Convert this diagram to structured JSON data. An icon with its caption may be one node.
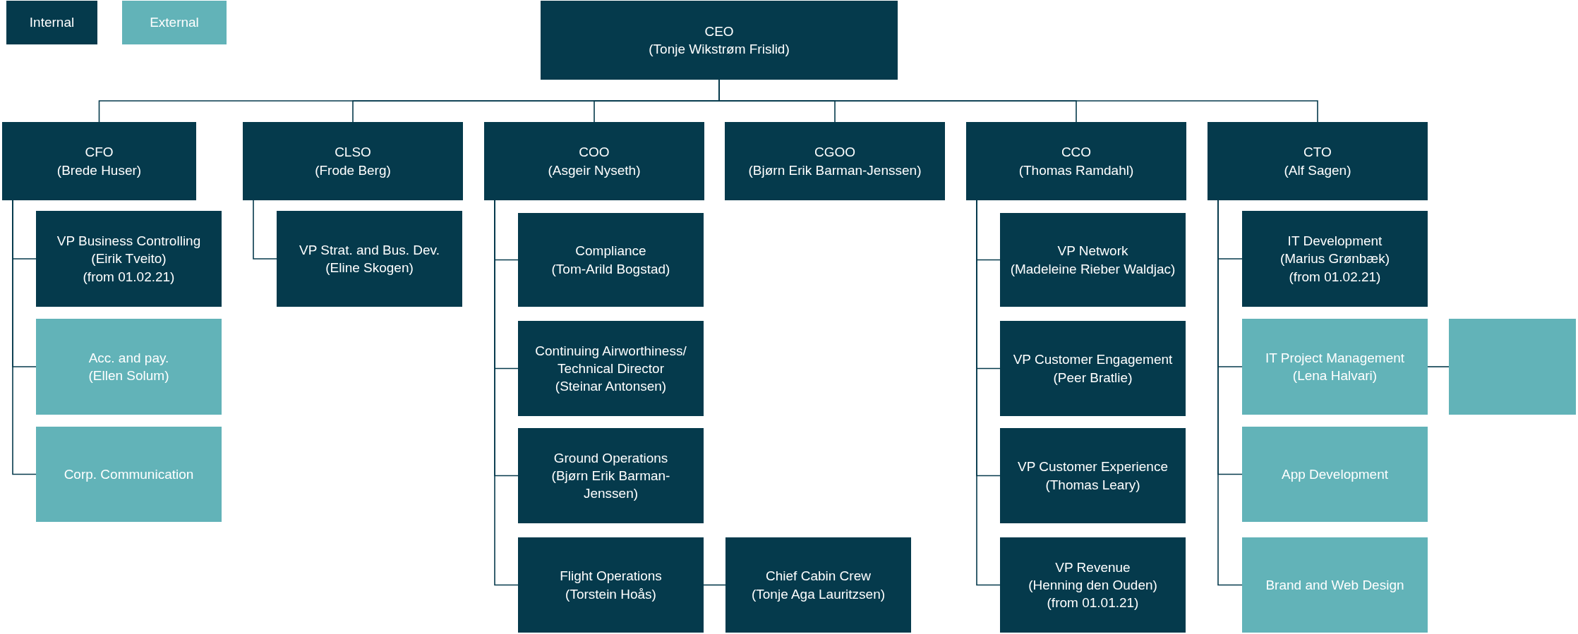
{
  "diagram": {
    "nodes": [
      {
        "text": [
          "CEO",
          "(Tonje Wikstrøm Frislid)"
        ]
      },
      {
        "text": [
          "CFO",
          "(Brede Huser)"
        ]
      },
      {
        "text": [
          "CLSO",
          "(Frode Berg)"
        ]
      },
      {
        "text": [
          "COO",
          "(Asgeir Nyseth)"
        ]
      },
      {
        "text": [
          "CGOO",
          "(Bjørn Erik Barman-Jenssen)"
        ]
      },
      {
        "text": [
          "CCO",
          "(Thomas Ramdahl)"
        ]
      },
      {
        "text": [
          "CTO",
          "(Alf Sagen)"
        ]
      },
      {
        "text": [
          "VP Business Controlling",
          "(Eirik Tveito)",
          "(from 01.02.21)"
        ]
      },
      {
        "text": [
          "Acc. and pay.",
          "(Ellen Solum)"
        ]
      },
      {
        "text": [
          "Corp. Communication"
        ]
      },
      {
        "text": [
          "VP Strat. and Bus. Dev.",
          "(Eline Skogen)"
        ]
      },
      {
        "text": [
          "Compliance",
          "(Tom-Arild Bogstad)"
        ]
      },
      {
        "text": [
          "Continuing Airworthiness/ Technical Director",
          "(Steinar Antonsen)"
        ]
      },
      {
        "text": [
          "Ground Operations",
          "(Bjørn Erik Barman-Jenssen)"
        ]
      },
      {
        "text": [
          "Flight Operations",
          "(Torstein Hoås)"
        ]
      },
      {
        "text": [
          "Chief Cabin Crew",
          "(Tonje Aga Lauritzsen)"
        ]
      },
      {
        "text": [
          "VP Network",
          "(Madeleine Rieber Waldjac)"
        ]
      },
      {
        "text": [
          "VP Customer Engagement",
          "(Peer Bratlie)"
        ]
      },
      {
        "text": [
          "VP Customer Experience",
          "(Thomas Leary)"
        ]
      },
      {
        "text": [
          "VP Revenue",
          "(Henning den Ouden)",
          "(from 01.01.21)"
        ]
      },
      {
        "text": [
          "IT Development",
          "(Marius Grønbæk)",
          "(from 01.02.21)"
        ]
      },
      {
        "text": [
          "IT Project Management",
          "(Lena Halvari)"
        ]
      },
      {
        "text": [
          "App Development"
        ]
      },
      {
        "text": [
          "Brand and Web Design"
        ]
      },
      {
        "text": [],
        "shape": "box"
      }
    ],
    "edges": [
      {
        "from": 0,
        "to": 1,
        "arrow": "none"
      },
      {
        "from": 0,
        "to": 2,
        "arrow": "none"
      },
      {
        "from": 0,
        "to": 3,
        "arrow": "none"
      },
      {
        "from": 0,
        "to": 4,
        "arrow": "none"
      },
      {
        "from": 0,
        "to": 5,
        "arrow": "none"
      },
      {
        "from": 0,
        "to": 6,
        "arrow": "none"
      },
      {
        "from": 1,
        "to": 7,
        "arrow": "none"
      },
      {
        "from": 1,
        "to": 8,
        "arrow": "none"
      },
      {
        "from": 1,
        "to": 9,
        "arrow": "none"
      },
      {
        "from": 2,
        "to": 10,
        "arrow": "none"
      },
      {
        "from": 3,
        "to": 11,
        "arrow": "none"
      },
      {
        "from": 3,
        "to": 12,
        "arrow": "none"
      },
      {
        "from": 3,
        "to": 13,
        "arrow": "none"
      },
      {
        "from": 3,
        "to": 14,
        "arrow": "none"
      },
      {
        "from": 14,
        "to": 15,
        "arrow": "none"
      },
      {
        "from": 5,
        "to": 16,
        "arrow": "none"
      },
      {
        "from": 5,
        "to": 17,
        "arrow": "none"
      },
      {
        "from": 5,
        "to": 18,
        "arrow": "none"
      },
      {
        "from": 5,
        "to": 19,
        "arrow": "none"
      },
      {
        "from": 6,
        "to": 20,
        "arrow": "none"
      },
      {
        "from": 6,
        "to": 21,
        "arrow": "none"
      },
      {
        "from": 6,
        "to": 22,
        "arrow": "none"
      },
      {
        "from": 6,
        "to": 23,
        "arrow": "none"
      },
      {
        "from": 21,
        "to": 24,
        "arrow": "none"
      }
    ],
    "legend": [
      {
        "text": "Internal",
        "color": "#053a4c"
      },
      {
        "text": "External",
        "color": "#62b3b8"
      }
    ]
  }
}
